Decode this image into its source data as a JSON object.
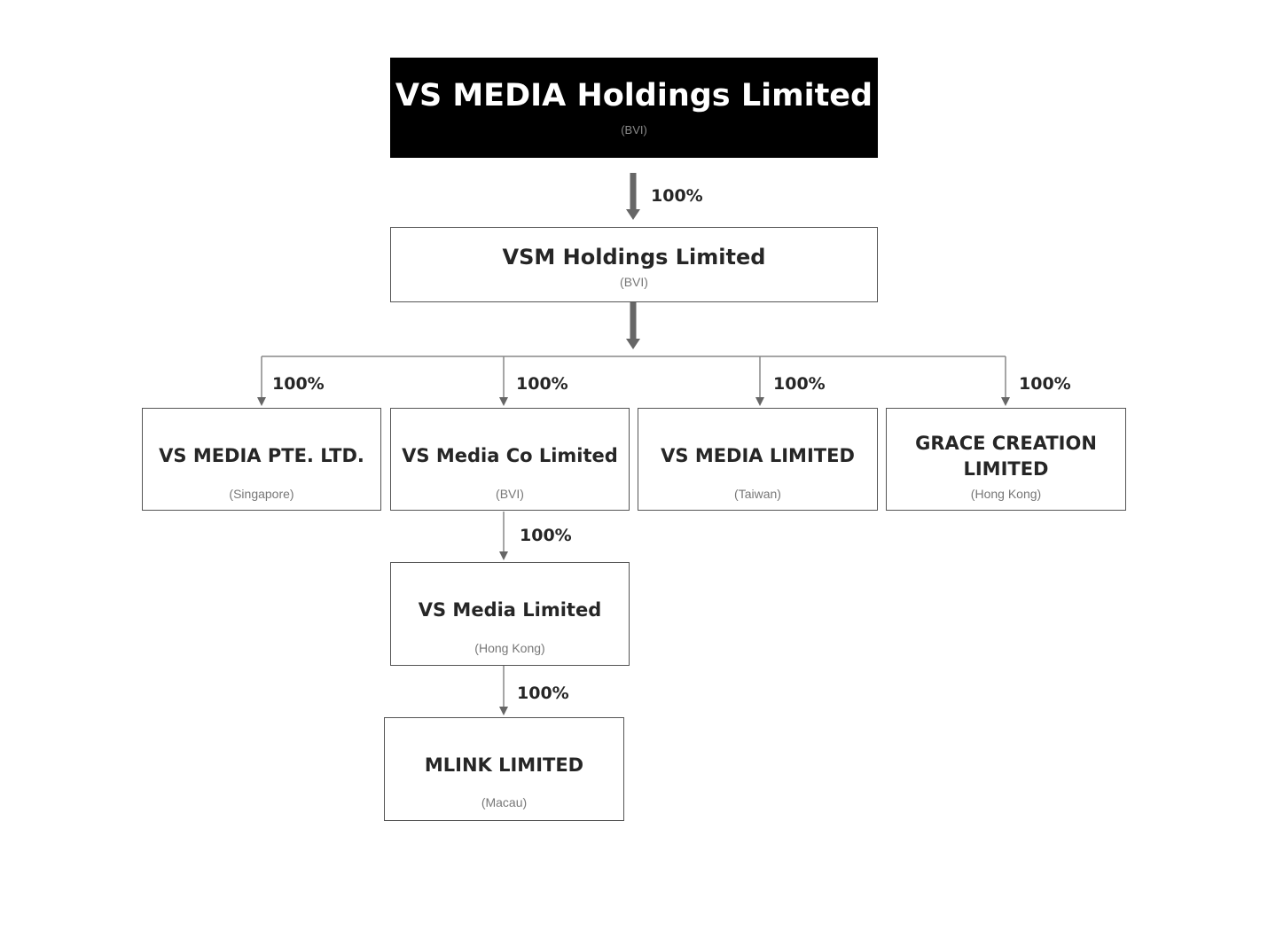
{
  "diagram": {
    "entities": {
      "vs_media_holdings": {
        "name": "VS MEDIA Holdings Limited",
        "jurisdiction": "(BVI)"
      },
      "vsm_holdings": {
        "name": "VSM Holdings Limited",
        "jurisdiction": "(BVI)"
      },
      "vs_media_pte": {
        "name": "VS MEDIA PTE. LTD.",
        "jurisdiction": "(Singapore)"
      },
      "vs_media_co": {
        "name": "VS Media Co Limited",
        "jurisdiction": "(BVI)"
      },
      "vs_media_taiwan": {
        "name": "VS MEDIA LIMITED",
        "jurisdiction": "(Taiwan)"
      },
      "grace_creation": {
        "name_line1": "GRACE CREATION",
        "name_line2": "LIMITED",
        "jurisdiction": "(Hong Kong)"
      },
      "vs_media_hk": {
        "name": "VS Media Limited",
        "jurisdiction": "(Hong Kong)"
      },
      "mlink": {
        "name": "MLINK LIMITED",
        "jurisdiction": "(Macau)"
      }
    },
    "edges": [
      {
        "from": "vs_media_holdings",
        "to": "vsm_holdings",
        "label": "100%"
      },
      {
        "from": "vsm_holdings",
        "to": "vs_media_pte",
        "label": "100%"
      },
      {
        "from": "vsm_holdings",
        "to": "vs_media_co",
        "label": "100%"
      },
      {
        "from": "vsm_holdings",
        "to": "vs_media_taiwan",
        "label": "100%"
      },
      {
        "from": "vsm_holdings",
        "to": "grace_creation",
        "label": "100%"
      },
      {
        "from": "vs_media_co",
        "to": "vs_media_hk",
        "label": "100%"
      },
      {
        "from": "vs_media_hk",
        "to": "mlink",
        "label": "100%"
      }
    ],
    "colors": {
      "root_fill": "#000000",
      "border": "#555555",
      "arrow": "#666666",
      "text": "#262626"
    }
  }
}
